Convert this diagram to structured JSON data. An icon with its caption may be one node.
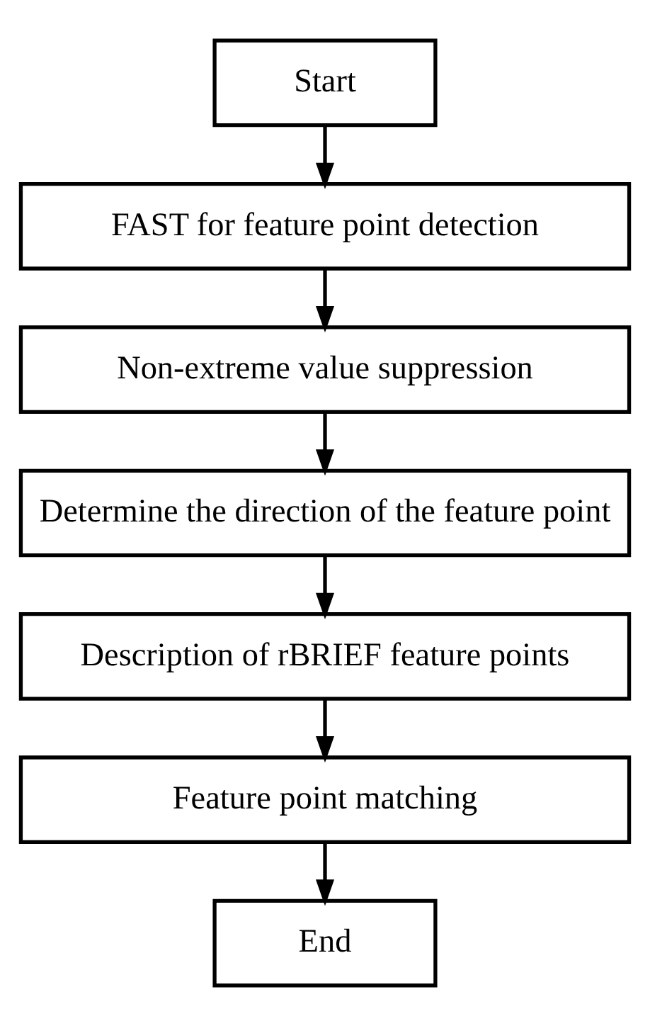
{
  "diagram": {
    "nodes": [
      {
        "text": [
          "Start"
        ]
      },
      {
        "text": [
          "FAST for feature point detection"
        ]
      },
      {
        "text": [
          "Non-extreme value suppression"
        ]
      },
      {
        "text": [
          "Determine the direction of the feature point"
        ]
      },
      {
        "text": [
          "Description of rBRIEF feature points"
        ]
      },
      {
        "text": [
          "Feature point matching"
        ]
      },
      {
        "text": [
          "End"
        ]
      }
    ],
    "edges": [
      {
        "from": 0,
        "to": 1,
        "arrow": "to"
      },
      {
        "from": 1,
        "to": 2,
        "arrow": "to"
      },
      {
        "from": 2,
        "to": 3,
        "arrow": "to"
      },
      {
        "from": 3,
        "to": 4,
        "arrow": "to"
      },
      {
        "from": 4,
        "to": 5,
        "arrow": "to"
      },
      {
        "from": 5,
        "to": 6,
        "arrow": "to"
      }
    ]
  }
}
